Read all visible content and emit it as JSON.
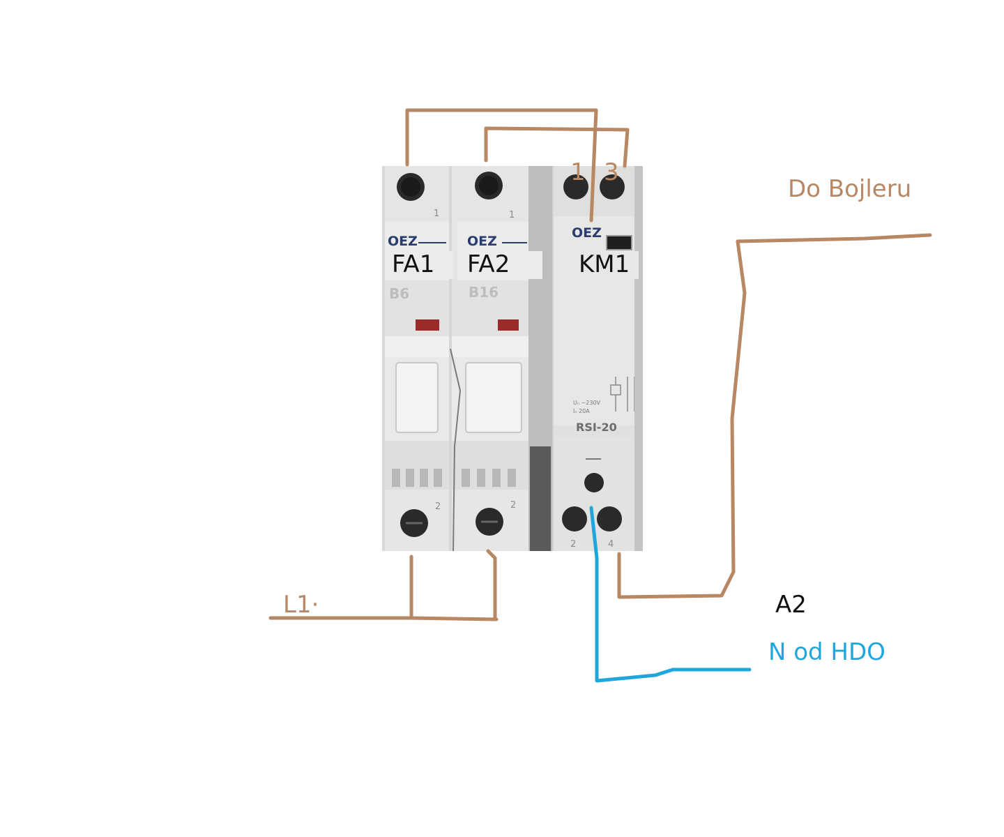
{
  "devices": {
    "fa1": {
      "label": "FA1",
      "brand": "OEZ",
      "rating": "B6",
      "terminal_top": "1",
      "terminal_bottom": "2"
    },
    "fa2": {
      "label": "FA2",
      "brand": "OEZ",
      "rating": "B16",
      "terminal_top": "1",
      "terminal_bottom": "2"
    },
    "km1": {
      "label": "KM1",
      "brand": "OEZ",
      "model": "RSI-20",
      "spec_line1": "Uₙ ~230V",
      "spec_line2": "Iₙ 20A",
      "terminal_bottom_left": "2",
      "terminal_bottom_right": "4"
    }
  },
  "annotations": {
    "terminal_1": "1",
    "terminal_3": "3",
    "to_boiler": "Do Bojleru",
    "l1": "L1·",
    "a2": "A2",
    "neutral_hdo": "N od HDO"
  },
  "colors": {
    "brown_wire": "#b88763",
    "blue_wire": "#1ea6dd"
  }
}
